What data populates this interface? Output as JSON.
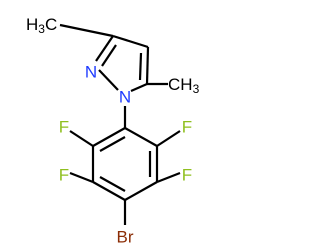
{
  "molecule": {
    "atoms": {
      "n2": {
        "symbol": "N",
        "color": "#1f3cff"
      },
      "n1": {
        "symbol": "N",
        "color": "#1f3cff"
      },
      "me3": {
        "main": "H",
        "sub": "3",
        "tail": "C",
        "color": "#000000"
      },
      "me5": {
        "main": "CH",
        "sub": "3",
        "color": "#000000"
      },
      "f2": {
        "symbol": "F",
        "color": "#8fbf1f"
      },
      "f6": {
        "symbol": "F",
        "color": "#8fbf1f"
      },
      "f3": {
        "symbol": "F",
        "color": "#8fbf1f"
      },
      "f5": {
        "symbol": "F",
        "color": "#8fbf1f"
      },
      "br": {
        "symbol": "Br",
        "color": "#8b2d06"
      }
    }
  }
}
